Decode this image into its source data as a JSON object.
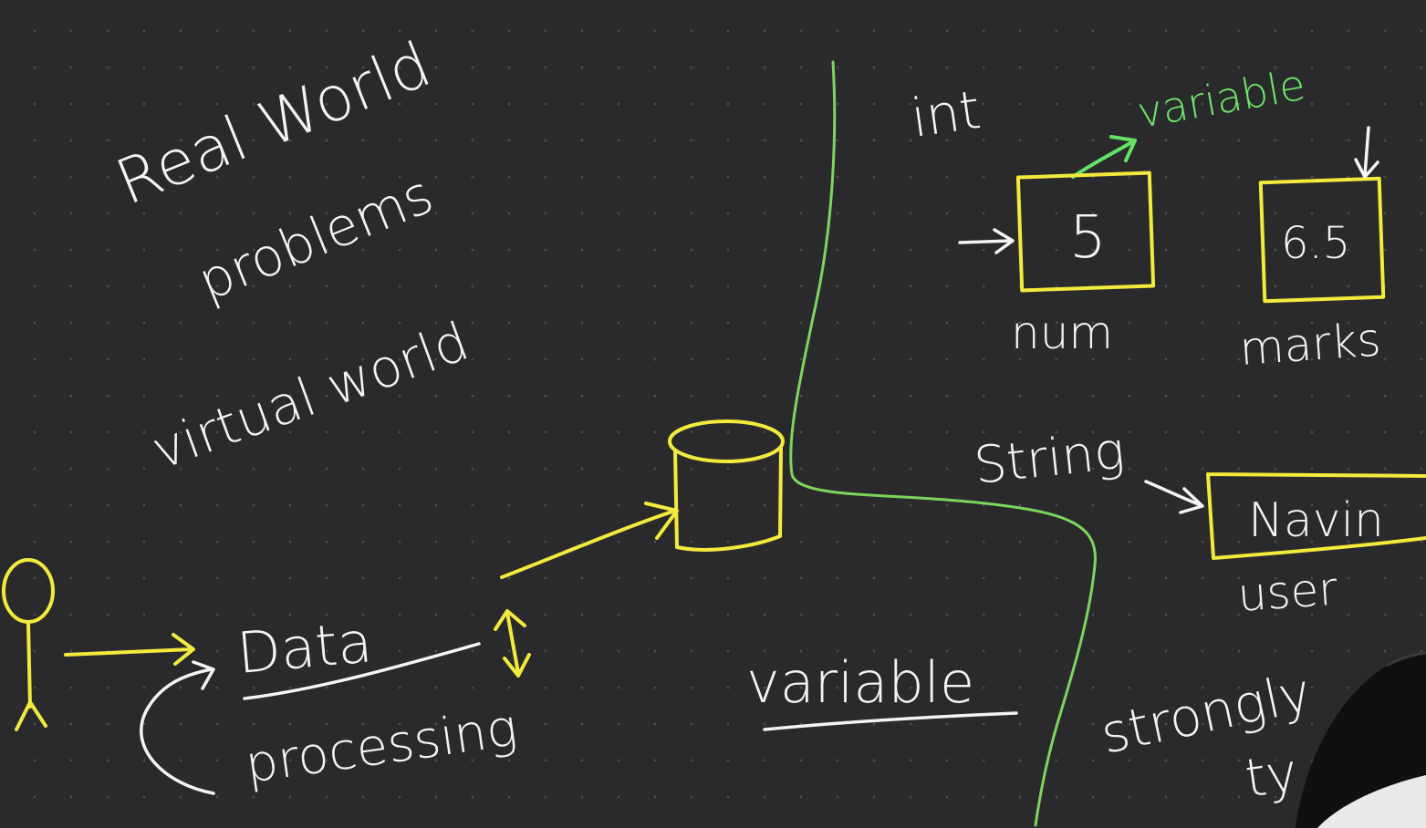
{
  "whiteboard": {
    "left_notes": {
      "title_line1": "Real World",
      "title_line2": "problems",
      "subtitle": "virtual world",
      "data_label": "Data",
      "processing_label": "processing"
    },
    "center": {
      "variable_label": "variable"
    },
    "right_notes": {
      "int_label": "int",
      "variable_tag": "variable",
      "num_value": "5",
      "num_name": "num",
      "marks_value": "6.5",
      "marks_name": "marks",
      "string_label": "String",
      "string_value": "Navin",
      "string_name": "user",
      "strongly_label": "strongly",
      "cut_off_word": "ty"
    },
    "colors": {
      "background": "#2a2a2c",
      "ink_white": "#f4f4f4",
      "ink_yellow": "#f2ea3c",
      "ink_green": "#6ee86a"
    }
  }
}
